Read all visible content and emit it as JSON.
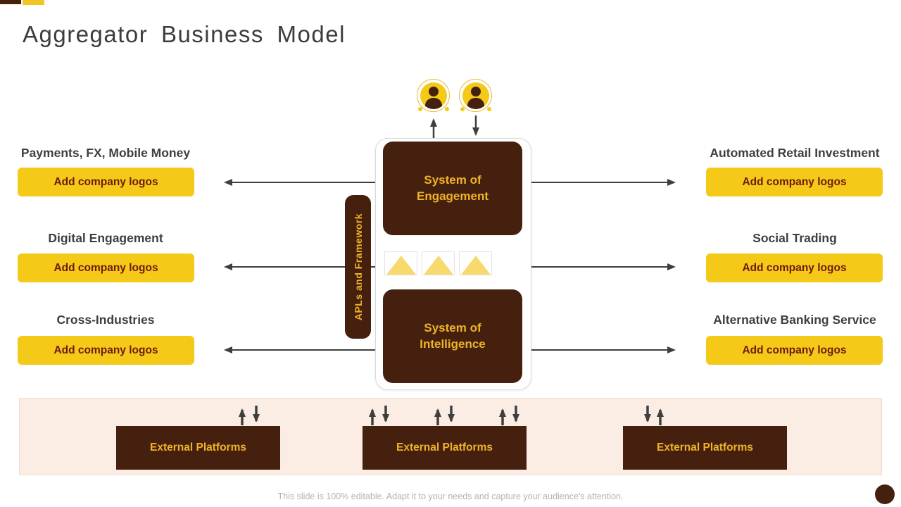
{
  "slide": {
    "title": "Aggregator Business Model",
    "footer": "This slide is 100% editable. Adapt it to your needs and capture your audience's attention."
  },
  "left_sections": [
    {
      "label": "Payments, FX, Mobile Money",
      "button": "Add company logos"
    },
    {
      "label": "Digital Engagement",
      "button": "Add company logos"
    },
    {
      "label": "Cross-Industries",
      "button": "Add company logos"
    }
  ],
  "right_sections": [
    {
      "label": "Automated Retail Investment",
      "button": "Add company logos"
    },
    {
      "label": "Social Trading",
      "button": "Add company logos"
    },
    {
      "label": "Alternative Banking Service",
      "button": "Add company logos"
    }
  ],
  "center": {
    "top_box": "System of Engagement",
    "bottom_box": "System of Intelligence",
    "side_bar": "APLs and Framework"
  },
  "bottom": {
    "platforms": [
      "External Platforms",
      "External Platforms",
      "External Platforms"
    ]
  },
  "icons": {
    "user_icon": "person silhouette in yellow circle",
    "triangle_icon": "yellow triangle tile",
    "arrow_icon": "dark gray arrow"
  },
  "colors": {
    "dark_brown": "#46200F",
    "accent_yellow": "#F5C918",
    "gold_text": "#EFB327",
    "maroon_button_text": "#6E1B0D",
    "label_gray": "#3F3F3F",
    "arrow_gray": "#3F3F3F",
    "band_peach": "#FCEDE4",
    "triangle_yellow": "#F7D96E",
    "footer_gray": "#B2B2B2"
  }
}
